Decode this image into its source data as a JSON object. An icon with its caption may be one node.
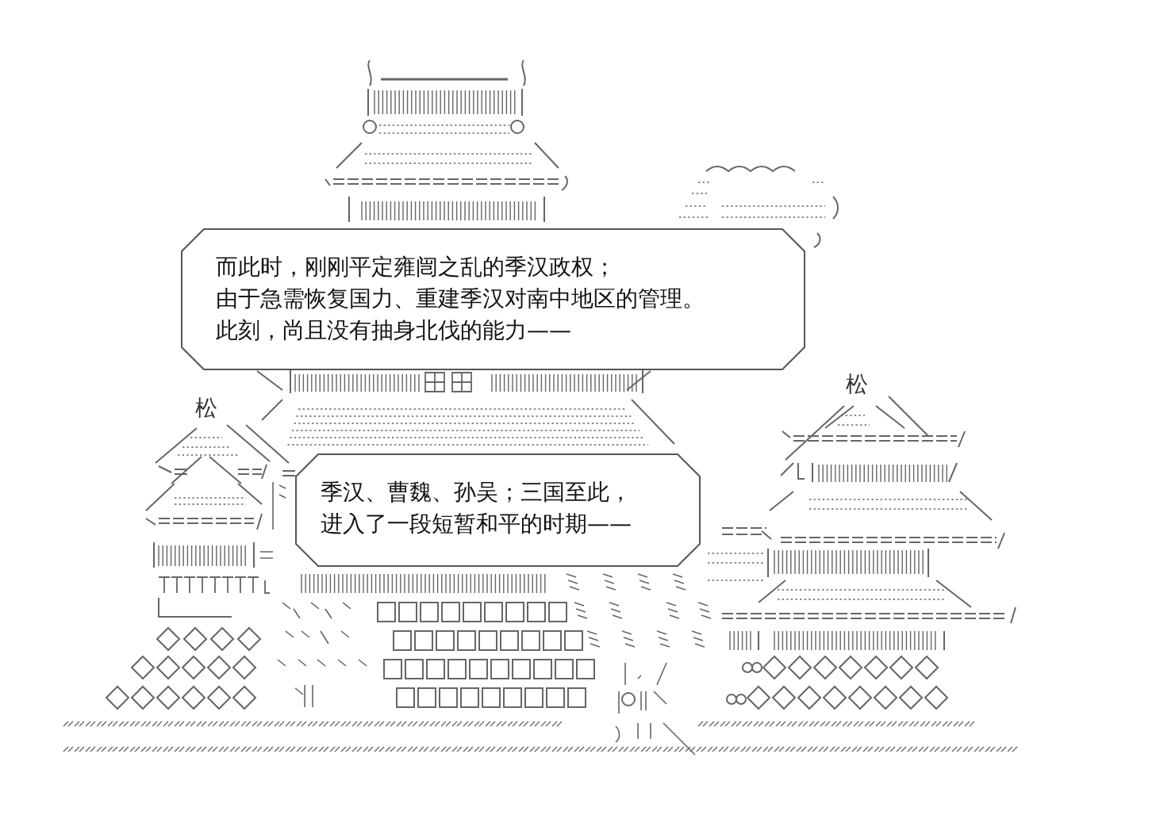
{
  "diagram": {
    "nodes": [
      {
        "text": [
          "而此时，刚刚平定雍闿之乱的季汉政权；",
          "由于急需恢复国力、重建季汉对南中地区的管理。",
          "此刻，尚且没有抽身北伐的能力——"
        ]
      },
      {
        "text": [
          "季汉、曹魏、孙吴；三国至此，",
          "进入了一段短暂和平的时期——"
        ]
      }
    ],
    "labels": [
      "松",
      "松"
    ]
  }
}
